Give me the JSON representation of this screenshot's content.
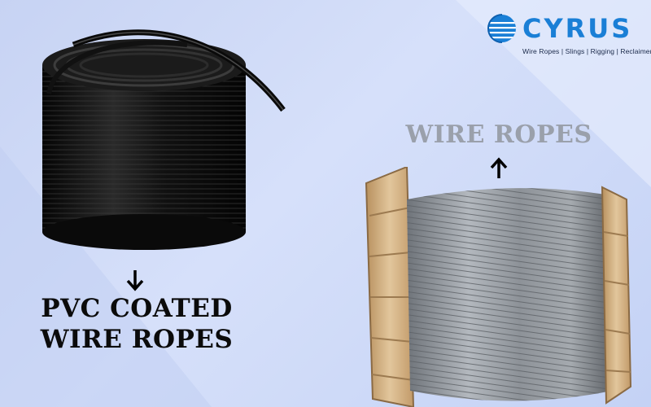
{
  "brand": {
    "name": "CYRUS",
    "tagline": "Wire Ropes | Slings | Rigging | Reclaimer",
    "color": "#1a7fd6",
    "logo_icon": "globe-logo-icon"
  },
  "products": {
    "left": {
      "label_line1": "PVC COATED",
      "label_line2": "WIRE ROPES",
      "arrow": "arrow-down-icon",
      "color": "#0b0b0b"
    },
    "right": {
      "label": "WIRE ROPES",
      "arrow": "arrow-up-icon",
      "color": "#9aa0ab"
    }
  },
  "colors": {
    "background": "#cfdaf6",
    "black_rope": "#141414",
    "steel_rope": "#8f949a",
    "wood_flange": "#d9b98e"
  }
}
